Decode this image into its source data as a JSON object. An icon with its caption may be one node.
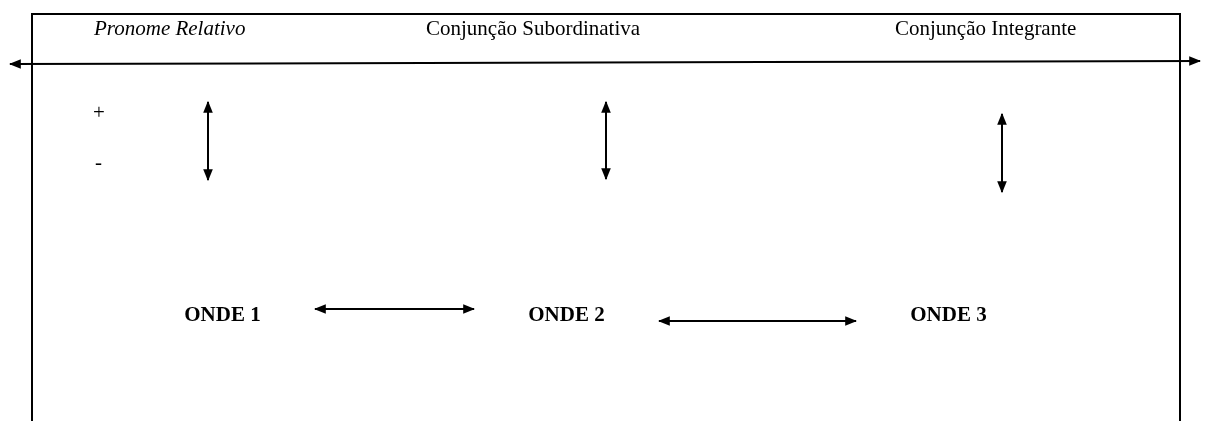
{
  "diagram": {
    "nodes": [
      {
        "text": [
          "ONDE 1"
        ]
      },
      {
        "text": [
          "ONDE 2"
        ]
      },
      {
        "text": [
          "ONDE 3"
        ]
      }
    ],
    "edges": [
      {
        "from": 0,
        "to": 1,
        "arrow": "both"
      },
      {
        "from": 1,
        "to": 2,
        "arrow": "both"
      }
    ],
    "labels": [
      "Pronome Relativo",
      "Conjunção Subordinativa",
      "Conjunção Integrante",
      "+",
      "-"
    ]
  }
}
